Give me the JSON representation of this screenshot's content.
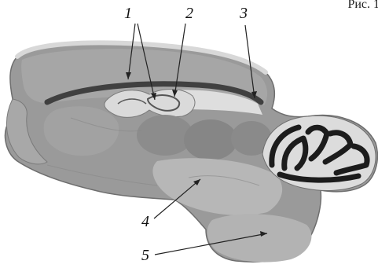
{
  "caption": "Рис. 1",
  "labels": [
    "1",
    "2",
    "3",
    "4",
    "5"
  ],
  "colors": {
    "tissue": "#9a9a9a",
    "tissue_light": "#b7b7b7",
    "tissue_dark": "#868686",
    "cortex": "#a6a6a6",
    "white_matter": "#dedede",
    "cerebellum_dark": "#1c1c1c",
    "outline": "#6e6e6e",
    "arrow": "#222222"
  }
}
